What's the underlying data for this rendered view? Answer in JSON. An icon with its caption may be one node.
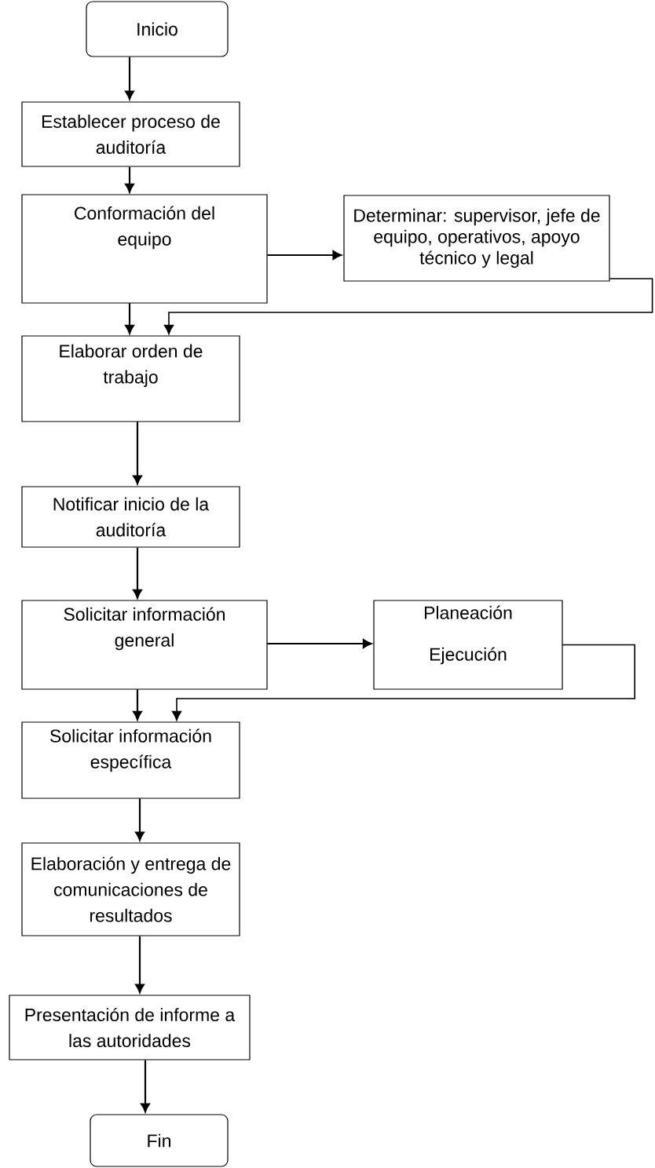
{
  "diagram": {
    "nodes": [
      {
        "text": [
          "Inicio"
        ]
      },
      {
        "text": [
          "Establecer proceso de auditoría"
        ]
      },
      {
        "text": [
          "Conformación del equipo"
        ]
      },
      {
        "text": [
          "Determinar: supervisor, jefe de equipo, operativos, apoyo técnico y legal"
        ]
      },
      {
        "text": [
          "Elaborar orden de trabajo"
        ]
      },
      {
        "text": [
          "Notificar inicio de la auditoría"
        ]
      },
      {
        "text": [
          "Solicitar información general"
        ]
      },
      {
        "text": [
          "Planeación",
          "Ejecución"
        ]
      },
      {
        "text": [
          "Solicitar información específica"
        ]
      },
      {
        "text": [
          "Elaboración y entrega de comunicaciones de resultados"
        ]
      },
      {
        "text": [
          "Presentación de informe a las autoridades"
        ]
      },
      {
        "text": [
          "Fin"
        ]
      }
    ],
    "edges": [
      {
        "from": 0,
        "to": 1,
        "arrow": "to"
      },
      {
        "from": 1,
        "to": 2,
        "arrow": "to"
      },
      {
        "from": 2,
        "to": 3,
        "arrow": "to"
      },
      {
        "from": 2,
        "to": 4,
        "arrow": "to"
      },
      {
        "from": 3,
        "to": 4,
        "arrow": "to"
      },
      {
        "from": 4,
        "to": 5,
        "arrow": "to"
      },
      {
        "from": 5,
        "to": 6,
        "arrow": "to"
      },
      {
        "from": 6,
        "to": 7,
        "arrow": "to"
      },
      {
        "from": 6,
        "to": 8,
        "arrow": "to"
      },
      {
        "from": 7,
        "to": 8,
        "arrow": "to"
      },
      {
        "from": 8,
        "to": 9,
        "arrow": "to"
      },
      {
        "from": 9,
        "to": 10,
        "arrow": "to"
      },
      {
        "from": 10,
        "to": 11,
        "arrow": "to"
      }
    ]
  }
}
